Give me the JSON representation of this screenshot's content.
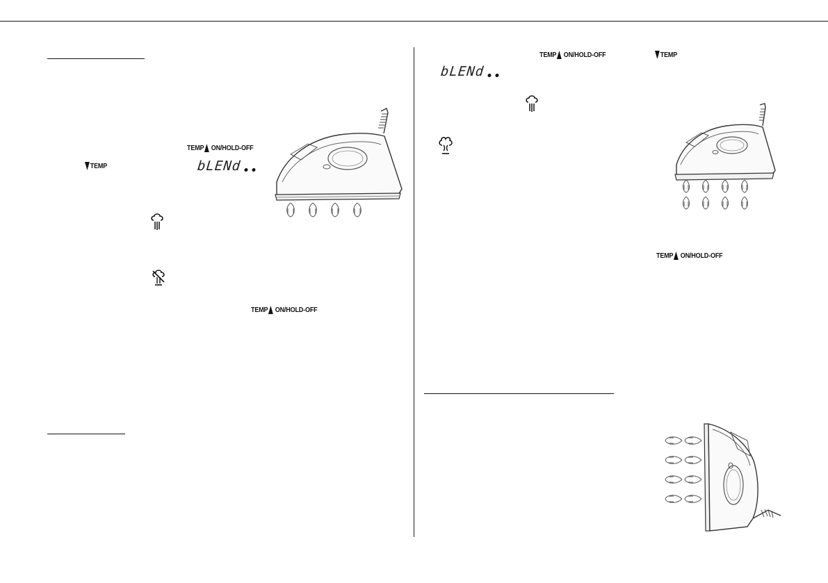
{
  "controls": {
    "temp_up": "TEMP",
    "on_hold_off": "ON/HOLD-OFF",
    "on_hold_off_dash": "ON/HOLD-OFF",
    "temp_down": "TEMP"
  },
  "display": {
    "blend_text": "bLENd"
  },
  "icons": {
    "steam": "steam-icon",
    "steam_off": "steam-off-icon",
    "shot_of_steam": "steam-burst-icon",
    "temp_up_arrow": "triangle-up-icon",
    "temp_down_arrow": "triangle-down-icon"
  }
}
